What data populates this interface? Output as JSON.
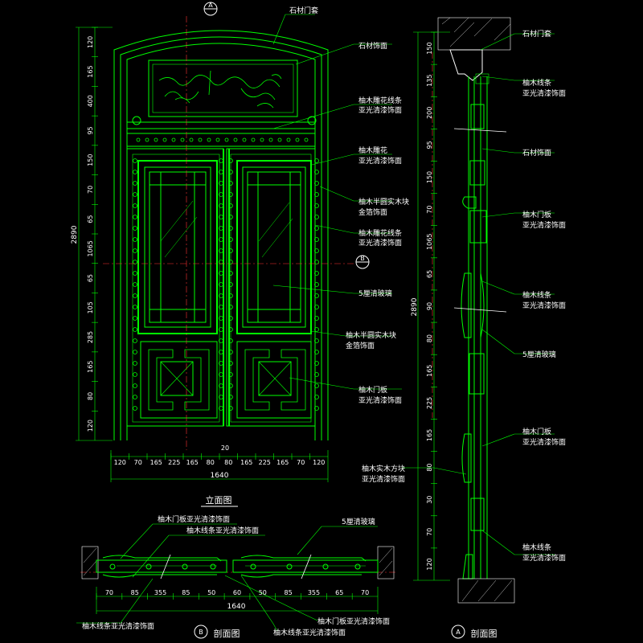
{
  "elevation": {
    "title": "立面图",
    "bubble_a": "A",
    "bubble_b": "B",
    "labels": {
      "stone_arch": "石材门套",
      "stone_facing": "石材饰面",
      "carved_line_1": "柚木雕花线条",
      "carved_line_2": "亚光清漆饰面",
      "carved_1": "柚木雕花",
      "carved_2": "亚光清漆饰面",
      "half_round_1": "柚木半圆实木块",
      "half_round_2": "金箔饰面",
      "carved_line2_1": "柚木雕花线条",
      "carved_line2_2": "亚光清漆饰面",
      "glass": "5厘清玻璃",
      "half_round2_1": "柚木半圆实木块",
      "half_round2_2": "金箔饰面",
      "door_panel_1": "柚木门板",
      "door_panel_2": "亚光清漆饰面"
    },
    "bottom_dims": [
      "120",
      "70",
      "165",
      "225",
      "165",
      "80",
      "80",
      "165",
      "225",
      "165",
      "70",
      "120"
    ],
    "mid_gap": "20",
    "total_width": "1640",
    "left_dims": [
      "120",
      "165",
      "400",
      "95",
      "150",
      "70",
      "65",
      "1065",
      "65",
      "105",
      "285",
      "165",
      "80",
      "120"
    ],
    "overall_height": "2890"
  },
  "section_a": {
    "title": "剖面图",
    "bubble": "A",
    "labels": {
      "stone_arch": "石材门套",
      "teak_line_1": "柚木线条",
      "teak_line_2": "亚光清漆饰面",
      "stone_facing": "石材饰面",
      "door_panel_1": "柚木门板",
      "door_panel_2": "亚光清漆饰面",
      "teak_line2_1": "柚木线条",
      "teak_line2_2": "亚光清漆饰面",
      "glass": "5厘清玻璃",
      "door_panel2_1": "柚木门板",
      "door_panel2_2": "亚光清漆饰面",
      "block_1": "柚木实木方块",
      "block_2": "亚光清漆饰面",
      "teak_line3_1": "柚木线条",
      "teak_line3_2": "亚光清漆饰面"
    },
    "dims": [
      "150",
      "135",
      "200",
      "95",
      "150",
      "70",
      "1065",
      "65",
      "90",
      "80",
      "165",
      "225",
      "165",
      "80",
      "30",
      "70",
      "120"
    ],
    "overall_height": "2890"
  },
  "section_b": {
    "title": "剖面图",
    "bubble": "B",
    "labels": {
      "door_panel": "柚木门板亚光清漆饰面",
      "teak_line": "柚木线条亚光清漆饰面",
      "glass": "5厘清玻璃",
      "bottom_left": "柚木线条亚光清漆饰面",
      "bottom_mid": "柚木线条亚光清漆饰面",
      "bottom_right": "柚木门板亚光清漆饰面"
    },
    "dims": [
      "70",
      "85",
      "355",
      "85",
      "50",
      "60",
      "50",
      "85",
      "355",
      "65",
      "70"
    ],
    "total_width": "1640"
  }
}
